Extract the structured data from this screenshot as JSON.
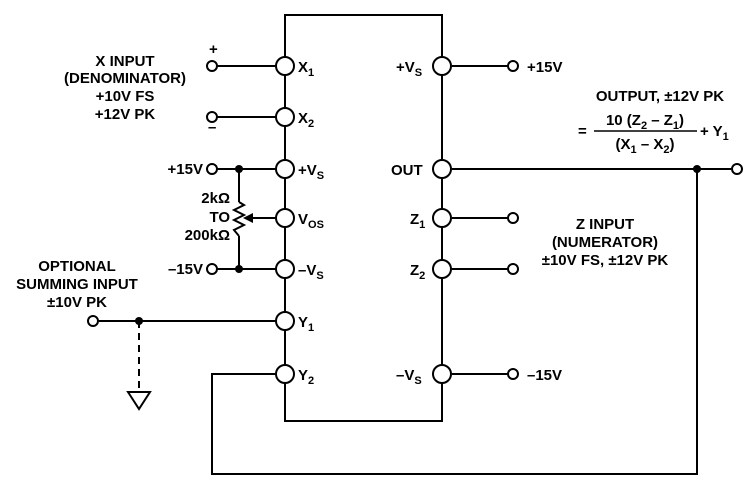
{
  "chip": {
    "left_pins": [
      {
        "main": "X",
        "sub": "1"
      },
      {
        "main": "X",
        "sub": "2"
      },
      {
        "main": "+V",
        "sub": "S"
      },
      {
        "main": "V",
        "sub": "OS"
      },
      {
        "main": "–V",
        "sub": "S"
      },
      {
        "main": "Y",
        "sub": "1"
      },
      {
        "main": "Y",
        "sub": "2"
      }
    ],
    "right_pins": [
      {
        "main": "+V",
        "sub": "S"
      },
      {
        "main": "OUT",
        "sub": ""
      },
      {
        "main": "Z",
        "sub": "1"
      },
      {
        "main": "Z",
        "sub": "2"
      },
      {
        "main": "–V",
        "sub": "S"
      }
    ]
  },
  "x_input": {
    "lines": [
      "X INPUT",
      "(DENOMINATOR)",
      "+10V FS",
      "+12V PK"
    ],
    "plus": "+",
    "minus": "–"
  },
  "supply": {
    "left_pos": "+15V",
    "left_neg": "–15V",
    "right_pos": "+15V",
    "right_neg": "–15V"
  },
  "trim": {
    "lines": [
      "2kΩ",
      "TO",
      "200kΩ"
    ]
  },
  "summing_input": {
    "lines": [
      "OPTIONAL",
      "SUMMING INPUT",
      "±10V PK"
    ]
  },
  "z_input": {
    "lines": [
      "Z INPUT",
      "(NUMERATOR)",
      "±10V FS, ±12V PK"
    ]
  },
  "output": {
    "title": "OUTPUT, ±12V PK",
    "eq": "=",
    "num": {
      "p1": "10 (Z",
      "s1": "2",
      "p2": " – Z",
      "s2": "1",
      "p3": ")"
    },
    "den": {
      "p1": "(X",
      "s1": "1",
      "p2": " – X",
      "s2": "2",
      "p3": ")"
    },
    "plus_y": "+ Y",
    "plus_y_sub": "1"
  }
}
